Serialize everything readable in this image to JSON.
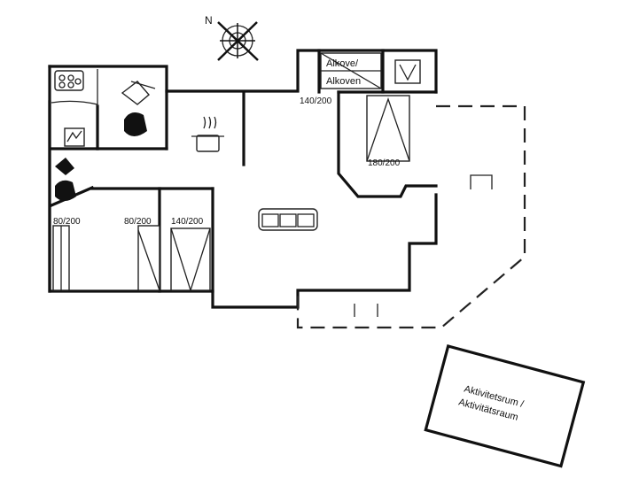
{
  "compass": {
    "north_label": "N",
    "icon": "compass-rose-icon"
  },
  "alcove": {
    "label_line1": "Alkove/",
    "label_line2": "Alkoven"
  },
  "beds": {
    "double_top": "140/200",
    "double_bedroom": "180/200",
    "single_left": "80/200",
    "single_middle": "80/200",
    "double_small_room": "140/200"
  },
  "annex": {
    "label_line1": "Aktivitetsrum /",
    "label_line2": "Aktivitätsraum"
  },
  "icons": [
    "compass-rose-icon",
    "stove-icon",
    "toilet-icon",
    "shower-icon",
    "cooking-pot-icon",
    "sofa-icon",
    "sauna-stove-icon"
  ]
}
